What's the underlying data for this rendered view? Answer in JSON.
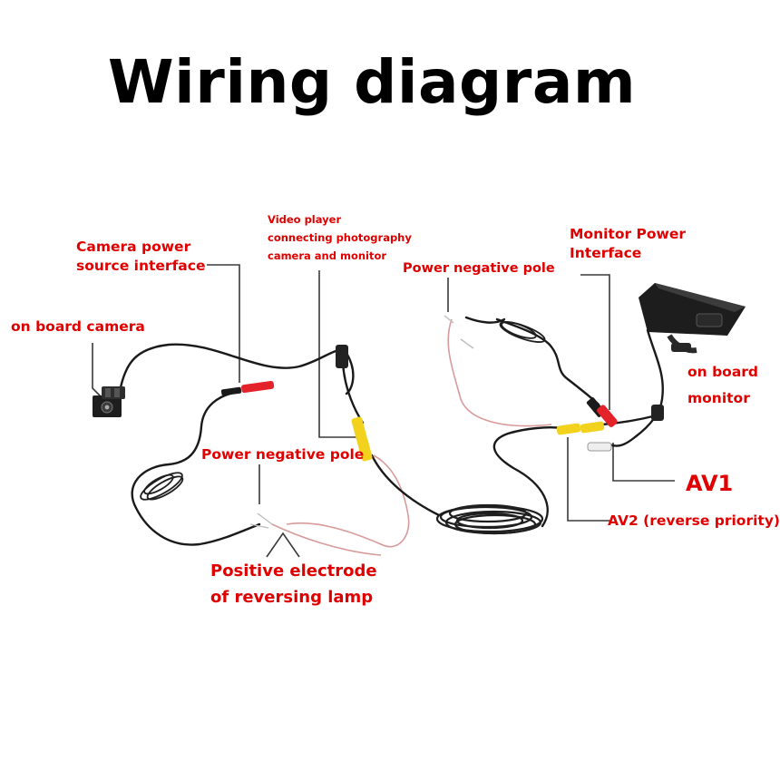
{
  "title": "Wiring diagram",
  "labels": {
    "camera_power": [
      "Camera power",
      "source interface"
    ],
    "on_board_camera": "on board camera",
    "video_player": [
      "Video player",
      "connecting photography",
      "camera and monitor"
    ],
    "power_negative_top": "Power negative pole",
    "monitor_power": [
      "Monitor Power",
      "Interface"
    ],
    "on_board_monitor": [
      "on board",
      "monitor"
    ],
    "power_negative_bottom": "Power negative pole",
    "av1": "AV1",
    "av2": "AV2 (reverse priority)",
    "positive_electrode": [
      "Positive electrode",
      "of reversing lamp"
    ]
  },
  "colors": {
    "label": "#e00000",
    "cable": "#1a1a1a",
    "leader": "#3a3a3a",
    "red_wire": "#d89a9a",
    "rca_yellow": "#f2d21c",
    "red_plug": "#e3222a"
  }
}
